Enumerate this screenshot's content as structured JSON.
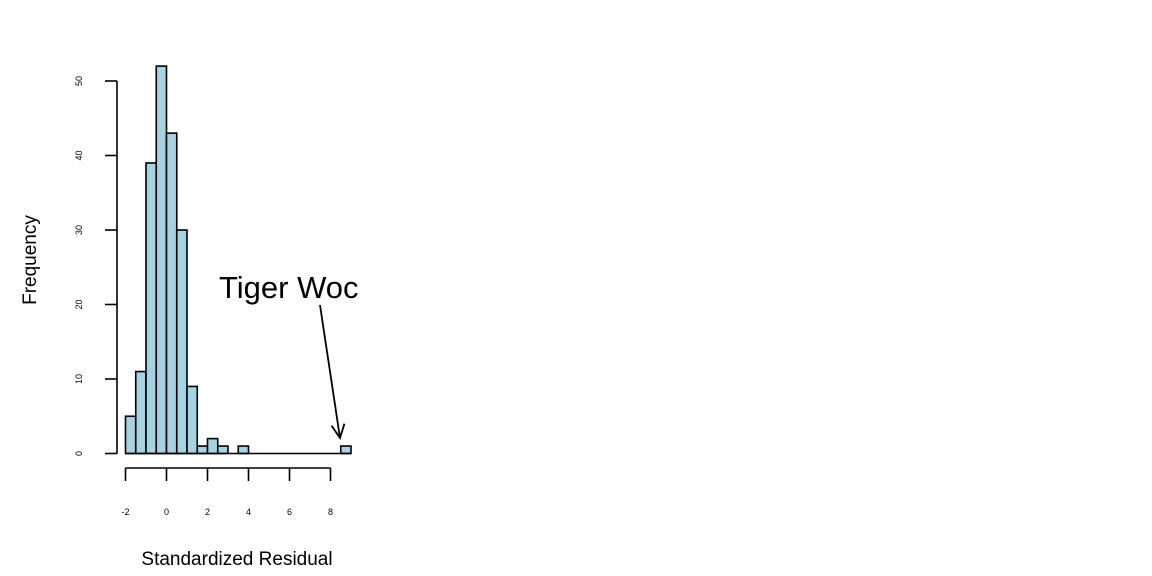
{
  "chart_data": {
    "type": "bar",
    "title": "",
    "xlabel": "Standardized Residual",
    "ylabel": "Frequency",
    "bin_width": 0.5,
    "bins": [
      {
        "x0": -2.0,
        "x1": -1.5,
        "count": 5
      },
      {
        "x0": -1.5,
        "x1": -1.0,
        "count": 11
      },
      {
        "x0": -1.0,
        "x1": -0.5,
        "count": 39
      },
      {
        "x0": -0.5,
        "x1": 0.0,
        "count": 52
      },
      {
        "x0": 0.0,
        "x1": 0.5,
        "count": 43
      },
      {
        "x0": 0.5,
        "x1": 1.0,
        "count": 30
      },
      {
        "x0": 1.0,
        "x1": 1.5,
        "count": 9
      },
      {
        "x0": 1.5,
        "x1": 2.0,
        "count": 1
      },
      {
        "x0": 2.0,
        "x1": 2.5,
        "count": 2
      },
      {
        "x0": 2.5,
        "x1": 3.0,
        "count": 1
      },
      {
        "x0": 3.0,
        "x1": 3.5,
        "count": 0
      },
      {
        "x0": 3.5,
        "x1": 4.0,
        "count": 1
      },
      {
        "x0": 4.0,
        "x1": 4.5,
        "count": 0
      },
      {
        "x0": 4.5,
        "x1": 5.0,
        "count": 0
      },
      {
        "x0": 5.0,
        "x1": 5.5,
        "count": 0
      },
      {
        "x0": 5.5,
        "x1": 6.0,
        "count": 0
      },
      {
        "x0": 6.0,
        "x1": 6.5,
        "count": 0
      },
      {
        "x0": 6.5,
        "x1": 7.0,
        "count": 0
      },
      {
        "x0": 7.0,
        "x1": 7.5,
        "count": 0
      },
      {
        "x0": 7.5,
        "x1": 8.0,
        "count": 0
      },
      {
        "x0": 8.0,
        "x1": 8.5,
        "count": 0
      },
      {
        "x0": 8.5,
        "x1": 9.0,
        "count": 1
      }
    ],
    "xticks": [
      -2,
      0,
      2,
      4,
      6,
      8
    ],
    "yticks": [
      0,
      10,
      20,
      30,
      40,
      50
    ],
    "xlim": [
      -2,
      8.5
    ],
    "ylim": [
      0,
      50
    ],
    "bar_fill": "#a6d3e2",
    "bar_stroke": "#000000",
    "grid": false,
    "legend": "none",
    "annotation": {
      "text": "Tiger Woc",
      "arrow_from": {
        "x": 6.6,
        "y": 23
      },
      "arrow_to": {
        "x": 8.6,
        "y": 2
      }
    }
  }
}
